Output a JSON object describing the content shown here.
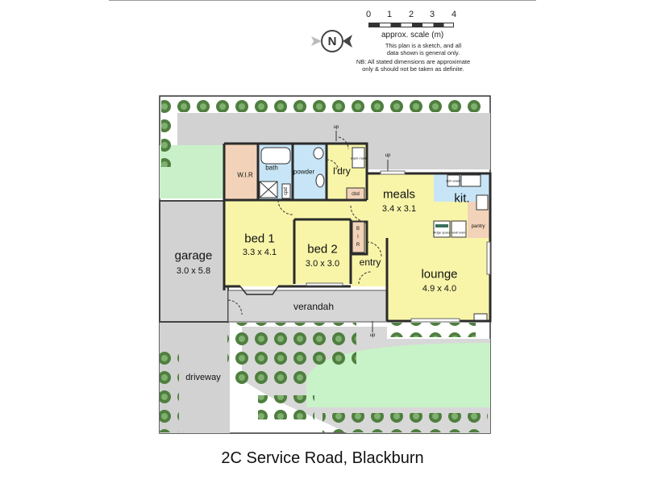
{
  "scale": {
    "ticks": [
      "0",
      "1",
      "2",
      "3",
      "4"
    ],
    "label": "approx. scale (m)"
  },
  "compass": {
    "letter": "N",
    "icon": "north-arrow-icon"
  },
  "notes": {
    "sketch": [
      "This plan is a sketch, and all",
      "data shown is general only."
    ],
    "dimensions": [
      "NB: All stated dimensions are approximate",
      "only & should not be taken as definite."
    ]
  },
  "rooms": {
    "garage": {
      "name": "garage",
      "size": "3.0 x 5.8"
    },
    "bed1": {
      "name": "bed 1",
      "size": "3.3 x 4.1"
    },
    "bed2": {
      "name": "bed 2",
      "size": "3.0 x 3.0"
    },
    "meals": {
      "name": "meals",
      "size": "3.4 x 3.1"
    },
    "kitchen": {
      "name": "kit."
    },
    "lounge": {
      "name": "lounge",
      "size": "4.9 x 4.0"
    },
    "entry": {
      "name": "entry"
    },
    "verandah": {
      "name": "verandah"
    },
    "laundry": {
      "name": "l'dry"
    },
    "powder": {
      "name": "powder"
    },
    "bath": {
      "name": "bath"
    },
    "wir": {
      "name": "W.I.R"
    },
    "driveway": {
      "name": "driveway"
    }
  },
  "fixtures": {
    "cbd": "cbd",
    "cpd": "cpd",
    "bir_b": "B",
    "bir_i": "I",
    "bir_r": "R",
    "pantry": "pantry",
    "fridge": "fridge space",
    "wall_oven": "wall oven",
    "dish_wash": "dish wash",
    "wash_mach": "wash mach",
    "up1": "up",
    "up2": "up",
    "up3": "up"
  },
  "address": "2C Service Road, Blackburn",
  "colors": {
    "wall": "#2b2b2b",
    "floor": "#f7f4a6",
    "wet_area": "#c6e4f5",
    "wir": "#f2d2b8",
    "paving": "#cfcfcf",
    "lawn": "#c8f2c8",
    "shrub": "#5a8c4a"
  }
}
